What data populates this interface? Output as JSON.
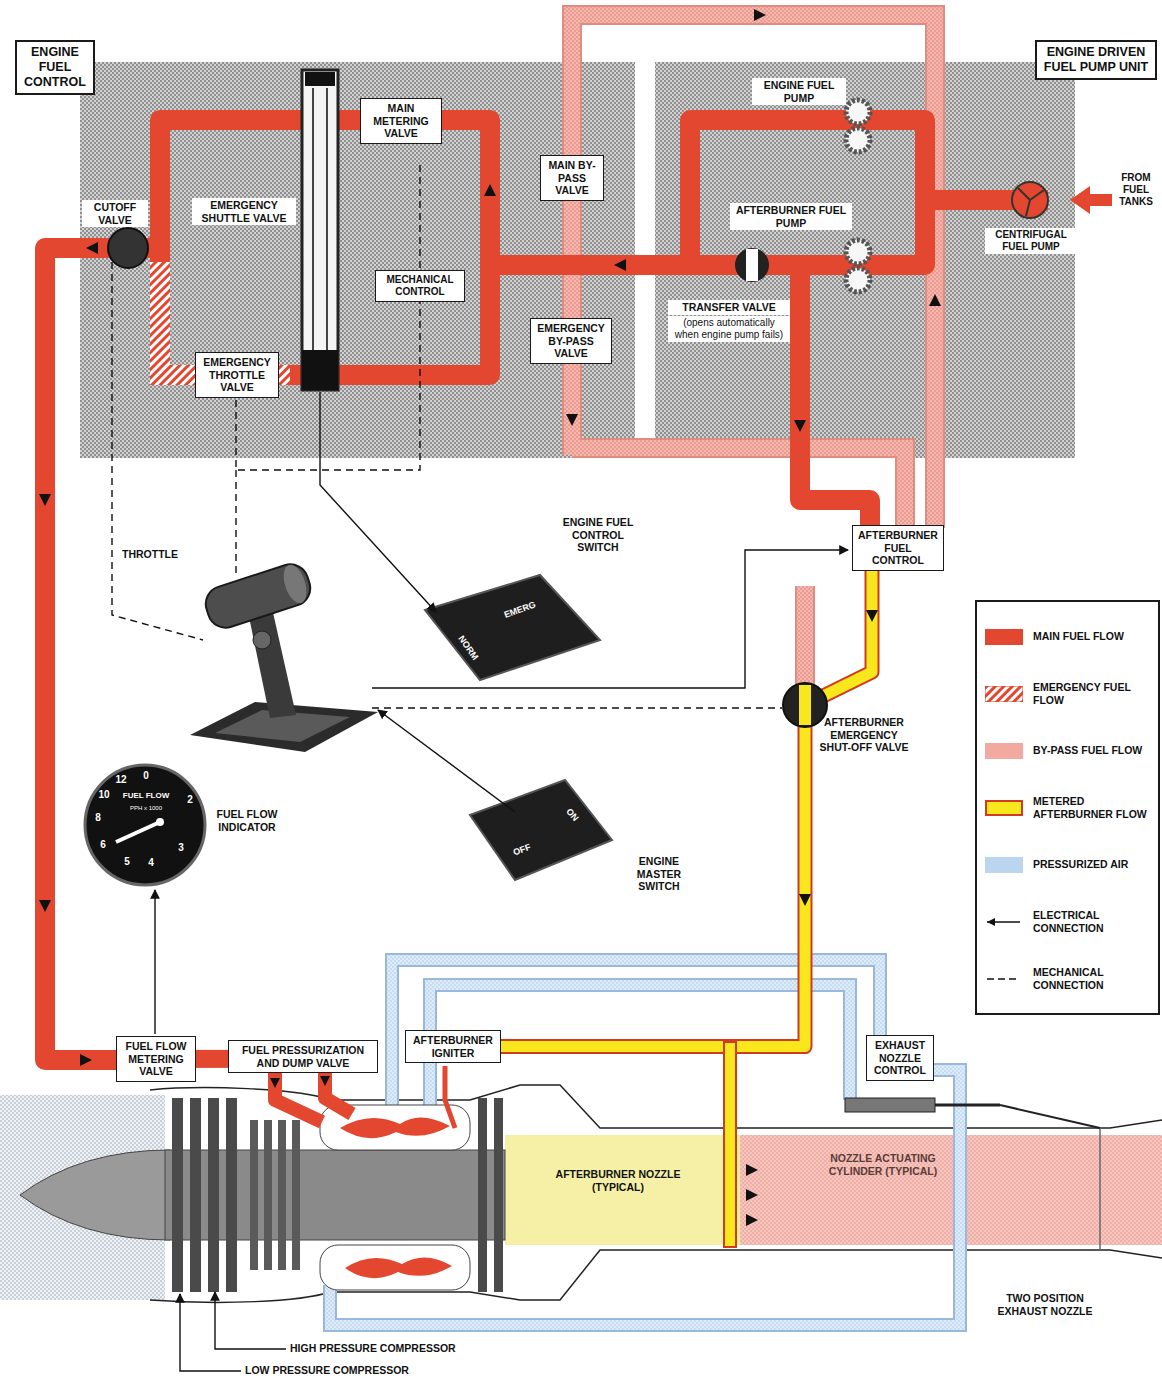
{
  "diagram": {
    "nodes": [
      {
        "text": [
          "ENGINE FUEL CONTROL"
        ]
      },
      {
        "text": [
          "MAIN METERING VALVE"
        ]
      },
      {
        "text": [
          "MAIN BY-PASS VALVE"
        ]
      },
      {
        "text": [
          "MECHANICAL CONTROL"
        ]
      },
      {
        "text": [
          "EMERGENCY BY-PASS VALVE"
        ]
      },
      {
        "text": [
          "EMERGENCY THROTTLE VALVE"
        ]
      },
      {
        "text": [
          "ENGINE DRIVEN FUEL PUMP UNIT"
        ]
      },
      {
        "text": [
          "AFTERBURNER FUEL CONTROL"
        ]
      },
      {
        "text": [
          "FUEL FLOW METERING VALVE"
        ]
      },
      {
        "text": [
          "FUEL PRESSURIZATION AND DUMP VALVE"
        ]
      },
      {
        "text": [
          "AFTERBURNER IGNITER"
        ]
      },
      {
        "text": [
          "EXHAUST NOZZLE CONTROL"
        ]
      }
    ],
    "edges": [
      {
        "from": 8,
        "to": 9,
        "arrow": "none"
      },
      {
        "from": 7,
        "to": 10,
        "arrow": "none"
      }
    ],
    "labels": [
      "CUTOFF VALVE",
      "EMERGENCY SHUTTLE VALVE",
      "ENGINE FUEL PUMP",
      "AFTERBURNER FUEL PUMP",
      "TRANSFER VALVE",
      "(opens automatically when engine pump fails)",
      "FROM FUEL TANKS",
      "CENTRIFUGAL FUEL PUMP",
      "THROTTLE",
      "ENGINE FUEL CONTROL SWITCH",
      "EMERG",
      "NORM",
      "ENGINE MASTER SWITCH",
      "ON",
      "OFF",
      "FUEL FLOW INDICATOR",
      "FUEL FLOW",
      "PPH x 1000",
      "12",
      "0",
      "2",
      "10",
      "8",
      "6",
      "5",
      "4",
      "3",
      "AFTERBURNER EMERGENCY SHUT-OFF VALVE",
      "AFTERBURNER NOZZLE (TYPICAL)",
      "NOZZLE ACTUATING CYLINDER (TYPICAL)",
      "TWO POSITION EXHAUST NOZZLE",
      "HIGH PRESSURE COMPRESSOR",
      "LOW PRESSURE COMPRESSOR"
    ],
    "legend": [
      {
        "text": "MAIN FUEL FLOW",
        "color": "#e4472f"
      },
      {
        "text": "EMERGENCY FUEL FLOW"
      },
      {
        "text": "BY-PASS FUEL FLOW",
        "color": "#f2aaa0"
      },
      {
        "text": "METERED AFTERBURNER FLOW",
        "color": "#f8e71c"
      },
      {
        "text": "PRESSURIZED AIR",
        "color": "#bcd5ee"
      },
      {
        "text": "ELECTRICAL CONNECTION"
      },
      {
        "text": "MECHANICAL CONNECTION"
      }
    ]
  }
}
